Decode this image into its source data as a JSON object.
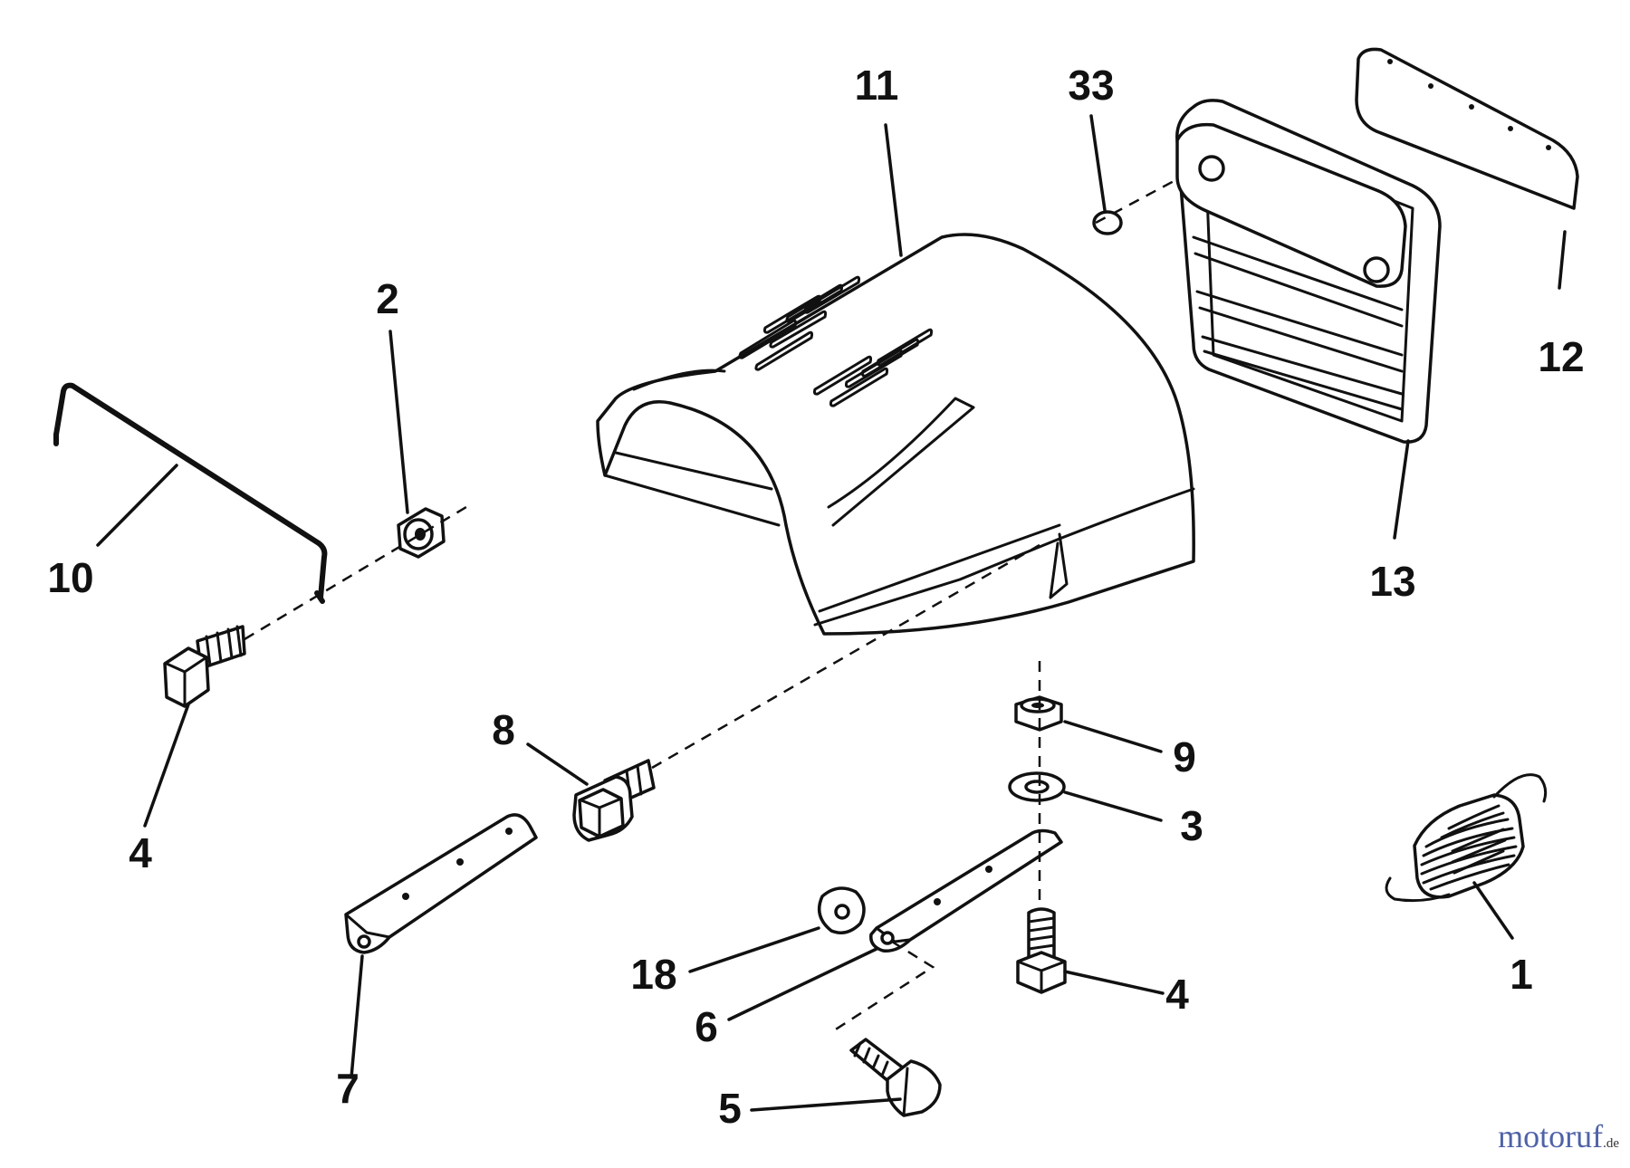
{
  "callouts": [
    {
      "id": "11",
      "label": "11"
    },
    {
      "id": "33",
      "label": "33"
    },
    {
      "id": "2",
      "label": "2"
    },
    {
      "id": "12",
      "label": "12"
    },
    {
      "id": "10",
      "label": "10"
    },
    {
      "id": "13",
      "label": "13"
    },
    {
      "id": "8",
      "label": "8"
    },
    {
      "id": "9",
      "label": "9"
    },
    {
      "id": "3",
      "label": "3"
    },
    {
      "id": "4a",
      "label": "4"
    },
    {
      "id": "18",
      "label": "18"
    },
    {
      "id": "4b",
      "label": "4"
    },
    {
      "id": "1",
      "label": "1"
    },
    {
      "id": "6",
      "label": "6"
    },
    {
      "id": "7",
      "label": "7"
    },
    {
      "id": "5",
      "label": "5"
    }
  ],
  "watermark": {
    "brand": "motoruf",
    "tld": ".de"
  },
  "colors": {
    "line": "#111111",
    "background": "#ffffff",
    "watermark": "#4f62a8"
  }
}
